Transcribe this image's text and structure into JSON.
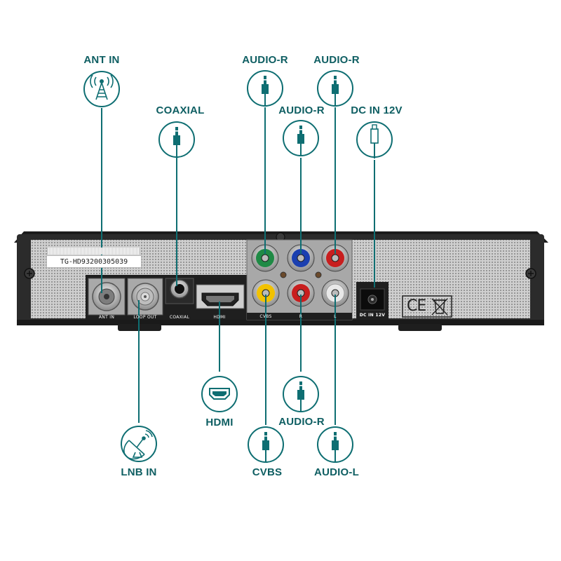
{
  "device": {
    "serial": "TG-HD93200305039",
    "port_labels": {
      "ant_in": "ANT IN",
      "loop_out": "LOOP OUT",
      "coaxial": "COAXIAL",
      "hdmi": "HDMI",
      "cvbs": "CVBS",
      "r": "R",
      "l": "L",
      "dc_in": "DC IN 12V"
    },
    "cert_marks": "CE"
  },
  "callouts": {
    "ant_in": {
      "label": "ANT IN",
      "icon": "antenna-icon"
    },
    "coaxial": {
      "label": "COAXIAL",
      "icon": "jack-plug-icon"
    },
    "audio_r_green": {
      "label": "AUDIO-R",
      "icon": "jack-plug-icon"
    },
    "audio_r_blue": {
      "label": "AUDIO-R",
      "icon": "jack-plug-icon"
    },
    "audio_r_red": {
      "label": "AUDIO-R",
      "icon": "jack-plug-icon"
    },
    "dc_in": {
      "label": "DC IN 12V",
      "icon": "power-plug-icon"
    },
    "hdmi": {
      "label": "HDMI",
      "icon": "hdmi-icon"
    },
    "lnb_in": {
      "label": "LNB IN",
      "icon": "satellite-dish-icon"
    },
    "cvbs": {
      "label": "CVBS",
      "icon": "jack-plug-icon"
    },
    "audio_r_lower": {
      "label": "AUDIO-R",
      "icon": "jack-plug-icon"
    },
    "audio_l": {
      "label": "AUDIO-L",
      "icon": "jack-plug-icon"
    }
  },
  "colors": {
    "accent": "#0e6e72",
    "device_body": "#2a2a2a",
    "panel": "#d9d9d9",
    "rca_green": "#1f8a45",
    "rca_blue": "#1a3fb0",
    "rca_red": "#c81e1e",
    "rca_yellow": "#f2c200",
    "rca_white": "#e8e8e8"
  }
}
